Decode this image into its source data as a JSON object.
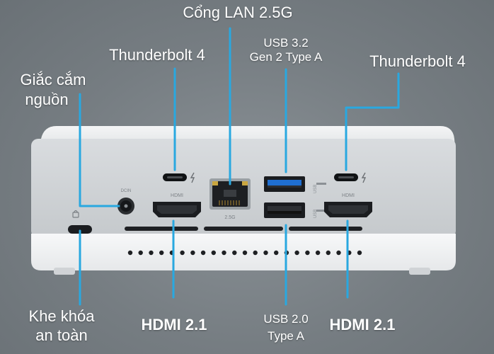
{
  "callouts": {
    "lan": "Cổng LAN 2.5G",
    "usb32_line1": "USB 3.2",
    "usb32_line2": "Gen 2 Type A",
    "tb4_left": "Thunderbolt 4",
    "tb4_right": "Thunderbolt 4",
    "power_line1": "Giắc cắm",
    "power_line2": "nguồn",
    "lock_line1": "Khe khóa",
    "lock_line2": "an toàn",
    "hdmi_left": "HDMI 2.1",
    "usb20_line1": "USB 2.0",
    "usb20_line2": "Type A",
    "hdmi_right": "HDMI 2.1"
  },
  "device_marks": {
    "hdmi_left": "HDMI",
    "hdmi_right": "HDMI",
    "lan_speed": "2.5G",
    "dcin": "DCIN",
    "usb_left_mark": "USB",
    "usb_right_mark": "USB"
  },
  "colors": {
    "callout_line": "#29a8e0",
    "background": "#767d82",
    "chassis": "#e4e6e8"
  }
}
